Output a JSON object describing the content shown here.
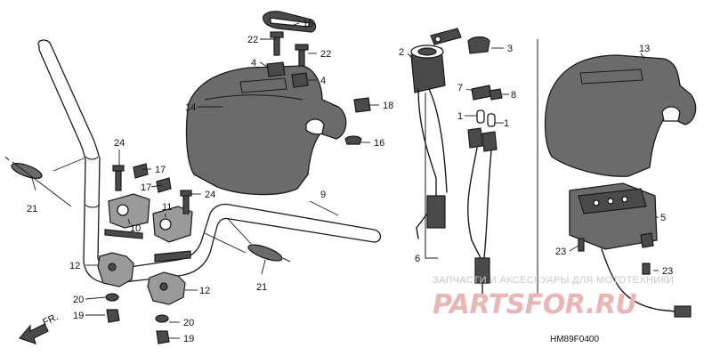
{
  "diagram": {
    "code": "HM89F0400",
    "direction_label": "FR.",
    "watermark_text": "ЗАПЧАСТИ И АКСЕССУАРЫ ДЛЯ МОТОТЕХНИКИ",
    "watermark_logo": "PARTSFOR.RU"
  },
  "callouts": [
    "1",
    "1",
    "2",
    "3",
    "4",
    "4",
    "5",
    "6",
    "7",
    "8",
    "9",
    "10",
    "11",
    "12",
    "12",
    "13",
    "14",
    "15",
    "16",
    "17",
    "17",
    "18",
    "19",
    "19",
    "20",
    "20",
    "21",
    "21",
    "22",
    "22",
    "23",
    "23",
    "24",
    "24"
  ]
}
